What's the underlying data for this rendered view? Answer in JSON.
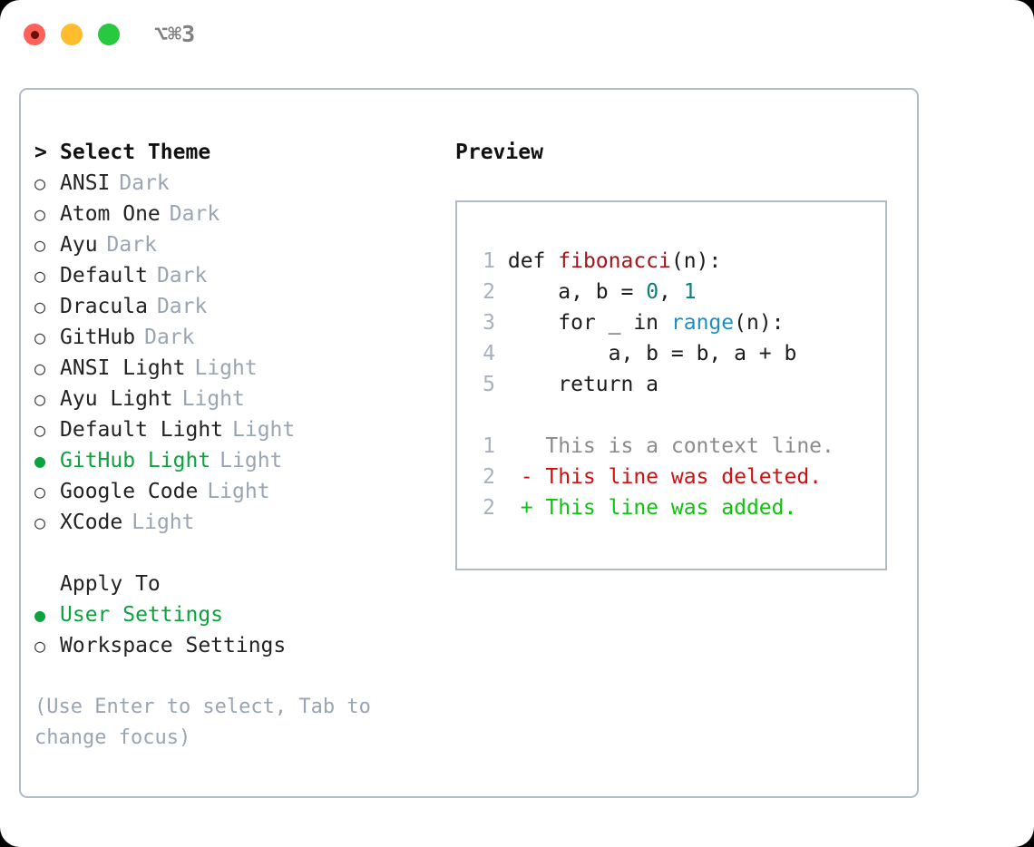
{
  "window": {
    "traffic_lights": [
      "close-red",
      "minimize-yellow",
      "maximize-green"
    ],
    "shortcut": "⌥⌘3"
  },
  "theme_picker": {
    "header_prompt": ">",
    "header": "Select Theme",
    "bullet_unselected": "○",
    "bullet_selected": "●",
    "items": [
      {
        "label": "ANSI",
        "tag": "Dark",
        "selected": false
      },
      {
        "label": "Atom One",
        "tag": "Dark",
        "selected": false
      },
      {
        "label": "Ayu",
        "tag": "Dark",
        "selected": false
      },
      {
        "label": "Default",
        "tag": "Dark",
        "selected": false
      },
      {
        "label": "Dracula",
        "tag": "Dark",
        "selected": false
      },
      {
        "label": "GitHub",
        "tag": "Dark",
        "selected": false
      },
      {
        "label": "ANSI Light",
        "tag": "Light",
        "selected": false
      },
      {
        "label": "Ayu Light",
        "tag": "Light",
        "selected": false
      },
      {
        "label": "Default Light",
        "tag": "Light",
        "selected": false
      },
      {
        "label": "GitHub Light",
        "tag": "Light",
        "selected": true
      },
      {
        "label": "Google Code",
        "tag": "Light",
        "selected": false
      },
      {
        "label": "XCode",
        "tag": "Light",
        "selected": false
      }
    ]
  },
  "apply_to": {
    "header": "Apply To",
    "items": [
      {
        "label": "User Settings",
        "selected": true
      },
      {
        "label": "Workspace Settings",
        "selected": false
      }
    ]
  },
  "hint": "(Use Enter to select, Tab to change focus)",
  "preview": {
    "title": "Preview",
    "code_lines": [
      {
        "num": "1",
        "segments": [
          {
            "text": "def ",
            "cls": "src"
          },
          {
            "text": "fibonacci",
            "cls": "tok-fn"
          },
          {
            "text": "(n):",
            "cls": "src"
          }
        ]
      },
      {
        "num": "2",
        "segments": [
          {
            "text": "    a, b = ",
            "cls": "src"
          },
          {
            "text": "0",
            "cls": "tok-num"
          },
          {
            "text": ", ",
            "cls": "src"
          },
          {
            "text": "1",
            "cls": "tok-num"
          }
        ]
      },
      {
        "num": "3",
        "segments": [
          {
            "text": "    for _ in ",
            "cls": "src"
          },
          {
            "text": "range",
            "cls": "tok-call"
          },
          {
            "text": "(n):",
            "cls": "src"
          }
        ]
      },
      {
        "num": "4",
        "segments": [
          {
            "text": "        a, b = b, a + b",
            "cls": "src"
          }
        ]
      },
      {
        "num": "5",
        "segments": [
          {
            "text": "    return a",
            "cls": "src"
          }
        ]
      }
    ],
    "diff_lines": [
      {
        "num": "1",
        "marker": " ",
        "text": " This is a context line.",
        "cls": "diff-ctx"
      },
      {
        "num": "2",
        "marker": "-",
        "text": " This line was deleted.",
        "cls": "diff-del"
      },
      {
        "num": "2",
        "marker": "+",
        "text": " This line was added.",
        "cls": "diff-add"
      }
    ]
  },
  "colors": {
    "accent_green": "#0aa33e",
    "border": "#b3bbc7",
    "muted": "#9aa5b4",
    "diff_add": "#0ec20e",
    "diff_del": "#cf1010",
    "token_function": "#a3151b",
    "token_number": "#0f7c7c",
    "token_call": "#1e8fc6"
  }
}
